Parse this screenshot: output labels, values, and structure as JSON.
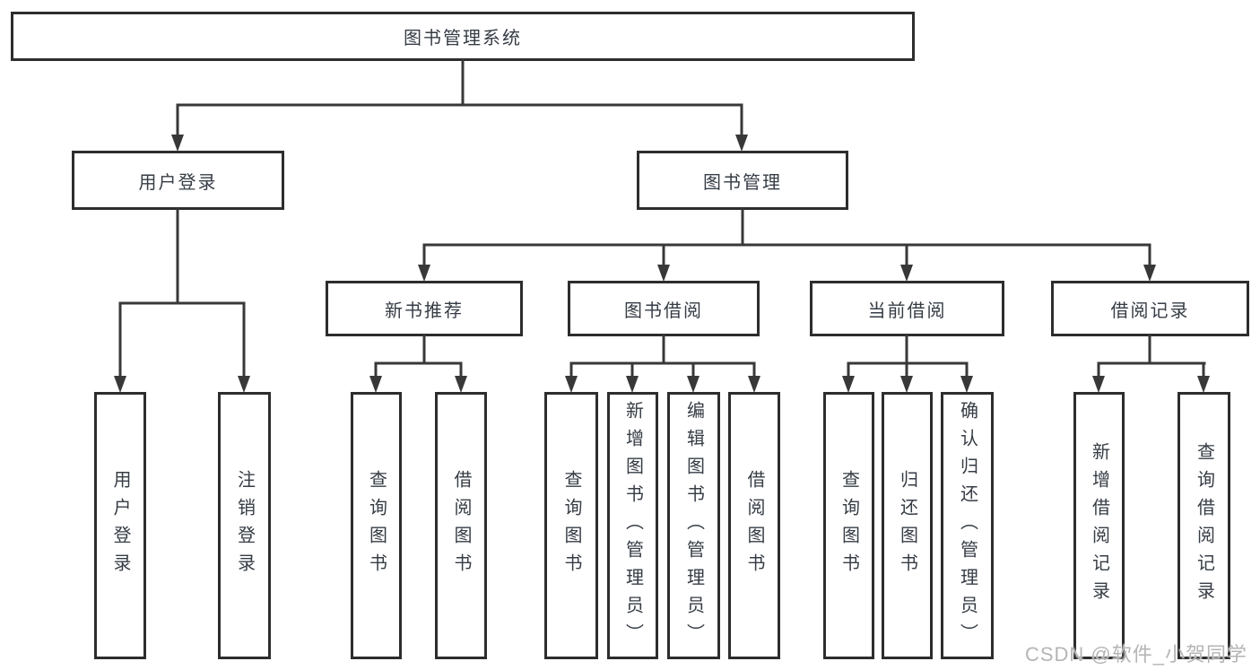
{
  "colors": {
    "background": "#ffffff",
    "box_border": "#2d2d2d",
    "connector_line": "#383838",
    "text": "#363c45",
    "watermark": "#b5b5b5"
  },
  "diagram": {
    "root": {
      "label": "图书管理系统"
    },
    "branches": [
      {
        "label": "用户登录",
        "children": [
          {
            "label": "用户登录"
          },
          {
            "label": "注销登录"
          }
        ]
      },
      {
        "label": "图书管理",
        "groups": [
          {
            "label": "新书推荐",
            "children": [
              {
                "label": "查询图书"
              },
              {
                "label": "借阅图书"
              }
            ]
          },
          {
            "label": "图书借阅",
            "children": [
              {
                "label": "查询图书"
              },
              {
                "label": "新增图书（管理员）"
              },
              {
                "label": "编辑图书（管理员）"
              },
              {
                "label": "借阅图书"
              }
            ]
          },
          {
            "label": "当前借阅",
            "children": [
              {
                "label": "查询图书"
              },
              {
                "label": "归还图书"
              },
              {
                "label": "确认归还（管理员）"
              }
            ]
          },
          {
            "label": "借阅记录",
            "children": [
              {
                "label": "新增借阅记录"
              },
              {
                "label": "查询借阅记录"
              }
            ]
          }
        ]
      }
    ]
  },
  "watermark": {
    "text": "CSDN @软件_小贺同学"
  }
}
